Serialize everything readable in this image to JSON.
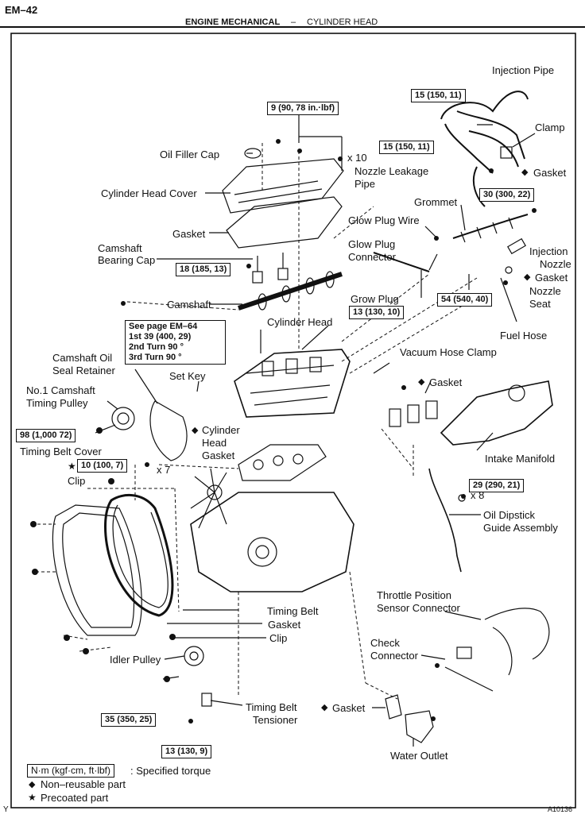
{
  "header": {
    "page_code": "EM–42",
    "section": "ENGINE MECHANICAL",
    "dash": "–",
    "subsection": "CYLINDER HEAD"
  },
  "labels": {
    "injection_pipe": "Injection Pipe",
    "clamp": "Clamp",
    "gasket_clamp": "Gasket",
    "oil_filler_cap": "Oil Filler Cap",
    "x10": "x 10",
    "nozzle_leakage_pipe_1": "Nozzle Leakage",
    "nozzle_leakage_pipe_2": "Pipe",
    "grommet": "Grommet",
    "cylinder_head_cover": "Cylinder Head Cover",
    "glow_plug_wire": "Glow Plug Wire",
    "gasket_cover": "Gasket",
    "glow_plug_connector_1": "Glow Plug",
    "glow_plug_connector_2": "Connector",
    "injection_nozzle_1": "Injection",
    "injection_nozzle_2": "Nozzle",
    "gasket_nozzle": "Gasket",
    "camshaft_bearing_cap_1": "Camshaft",
    "camshaft_bearing_cap_2": "Bearing Cap",
    "nozzle_seat_1": "Nozzle",
    "nozzle_seat_2": "Seat",
    "grow_plug": "Grow Plug",
    "camshaft": "Camshaft",
    "fuel_hose": "Fuel Hose",
    "cylinder_head": "Cylinder Head",
    "camshaft_oil_seal_retainer_1": "Camshaft Oil",
    "camshaft_oil_seal_retainer_2": "Seal Retainer",
    "vacuum_hose_clamp": "Vacuum Hose Clamp",
    "gasket_intake": "Gasket",
    "set_key": "Set Key",
    "no1_camshaft_timing_pulley_1": "No.1 Camshaft",
    "no1_camshaft_timing_pulley_2": "Timing Pulley",
    "cylinder_head_gasket_1": "Cylinder",
    "cylinder_head_gasket_2": "Head",
    "cylinder_head_gasket_3": "Gasket",
    "timing_belt_cover": "Timing Belt Cover",
    "x7": "x 7",
    "clip_upper": "Clip",
    "intake_manifold": "Intake Manifold",
    "x8": "x 8",
    "oil_dipstick_1": "Oil Dipstick",
    "oil_dipstick_2": "Guide Assembly",
    "timing_belt": "Timing Belt",
    "gasket_belt": "Gasket",
    "clip_lower": "Clip",
    "throttle_position_1": "Throttle Position",
    "throttle_position_2": "Sensor Connector",
    "idler_pulley": "Idler Pulley",
    "check_connector_1": "Check",
    "check_connector_2": "Connector",
    "timing_belt_tensioner_1": "Timing Belt",
    "timing_belt_tensioner_2": "Tensioner",
    "gasket_water": "Gasket",
    "water_outlet": "Water Outlet"
  },
  "torque": {
    "t_15a": "15 (150, 11)",
    "t_15b": "15 (150, 11)",
    "t_9": "9 (90, 78 in.·lbf)",
    "t_30": "30 (300, 22)",
    "t_18": "18 (185, 13)",
    "t_54": "54 (540, 40)",
    "t_13a": "13 (130, 10)",
    "t_98": "98 (1,000 72)",
    "t_10": "10 (100, 7)",
    "t_29": "29 (290, 21)",
    "t_35": "35 (350, 25)",
    "t_13b": "13 (130, 9)"
  },
  "see_page": {
    "line1": "See page EM–64",
    "line2": "1st  39 (400, 29)",
    "line3": "2nd  Turn 90 °",
    "line4": "3rd  Turn 90 °"
  },
  "legend": {
    "unit_box": "N·m (kgf·cm, ft·lbf)",
    "unit_text": ": Specified torque",
    "non_reusable": "Non–reusable part",
    "precoated": "Precoated part"
  },
  "symbols": {
    "diamond": "◆",
    "star": "★"
  },
  "footer": {
    "corner_letter": "Y",
    "figure_code": "A10136"
  }
}
